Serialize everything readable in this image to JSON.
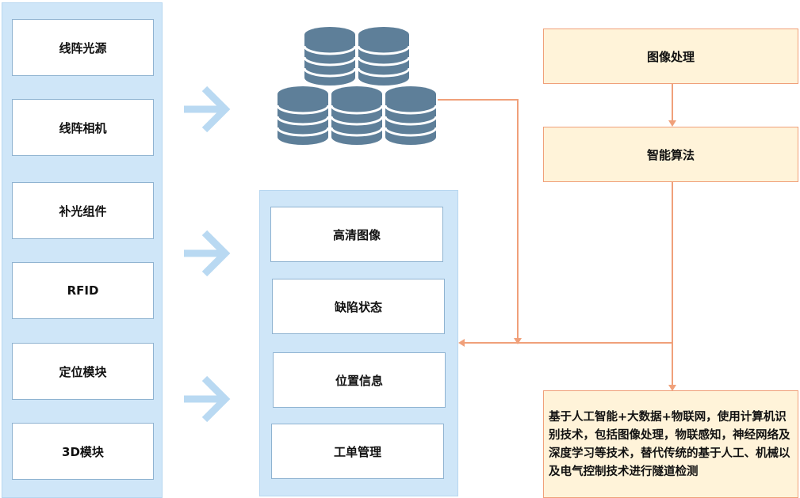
{
  "left_components": [
    "线阵光源",
    "线阵相机",
    "补光组件",
    "RFID",
    "定位模块",
    "3D模块"
  ],
  "middle_outputs": [
    "高清图像",
    "缺陷状态",
    "位置信息",
    "工单管理"
  ],
  "processing": {
    "step1": "图像处理",
    "step2": "智能算法",
    "description": "基于人工智能+大数据+物联网，使用计算机识别技术，包括图像处理，物联感知，神经网络及深度学习等技术，替代传统的基于人工、机械以及电气控制技术进行隧道检测"
  },
  "colors": {
    "panel_blue": "#cfe6f8",
    "box_border_blue": "#8fb3d1",
    "arrow_blue": "#b9d9f2",
    "db_slate": "#5e7f99",
    "process_fill": "#fff3d9",
    "process_border": "#f0a07a",
    "connector_orange": "#f0a07a"
  },
  "icons": [
    "right-arrow-icon",
    "database-cluster-icon"
  ]
}
